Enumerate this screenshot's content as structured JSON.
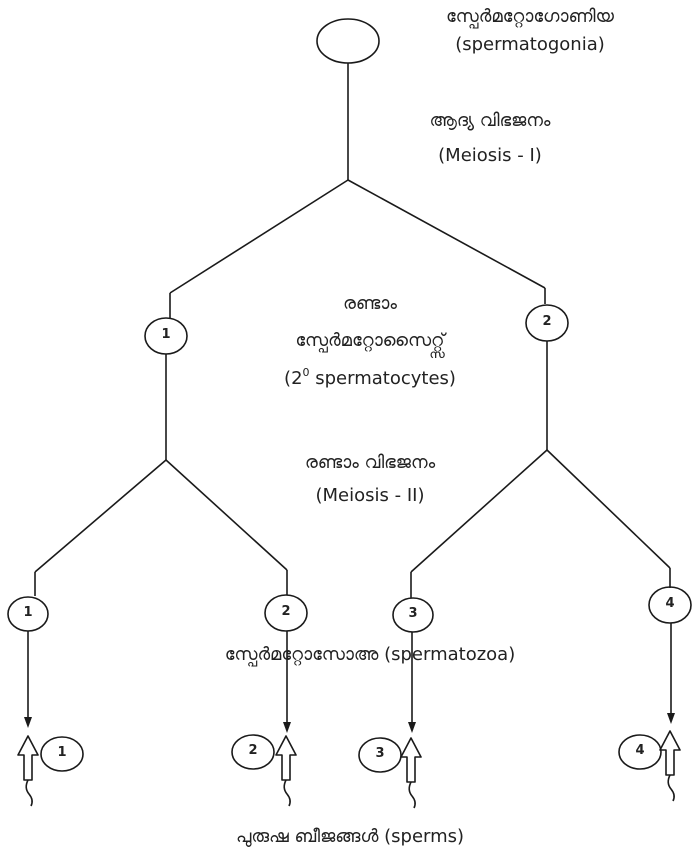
{
  "stages": {
    "spermatogonia": {
      "ml": "സ്പേർമറ്റോഗോണിയ",
      "en": "(spermatogonia)"
    },
    "meiosis1": {
      "ml": "ആദ്യ വിഭജനം",
      "en": "(Meiosis - I)"
    },
    "secondary": {
      "ml_line1": "രണ്ടാം",
      "ml_line2": "സ്പേർമറ്റോസൈറ്റ്സ്",
      "en_prefix": "(2",
      "en_sup": "0",
      "en_suffix": " spermatocytes)"
    },
    "meiosis2": {
      "ml": "രണ്ടാം വിഭജനം",
      "en": "(Meiosis - II)"
    },
    "spermatozoa": {
      "text": "സ്പേർമറ്റോസോഅ (spermatozoa)"
    },
    "sperms": {
      "text": "പുരുഷ ബീജങ്ങൾ (sperms)"
    }
  },
  "numbers": {
    "second_level": [
      "1",
      "2"
    ],
    "third_level": [
      "1",
      "2",
      "3",
      "4"
    ],
    "sperm_labels": [
      "1",
      "2",
      "3",
      "4"
    ]
  },
  "colors": {
    "stroke": "#1a1a1a",
    "text": "#222222"
  }
}
